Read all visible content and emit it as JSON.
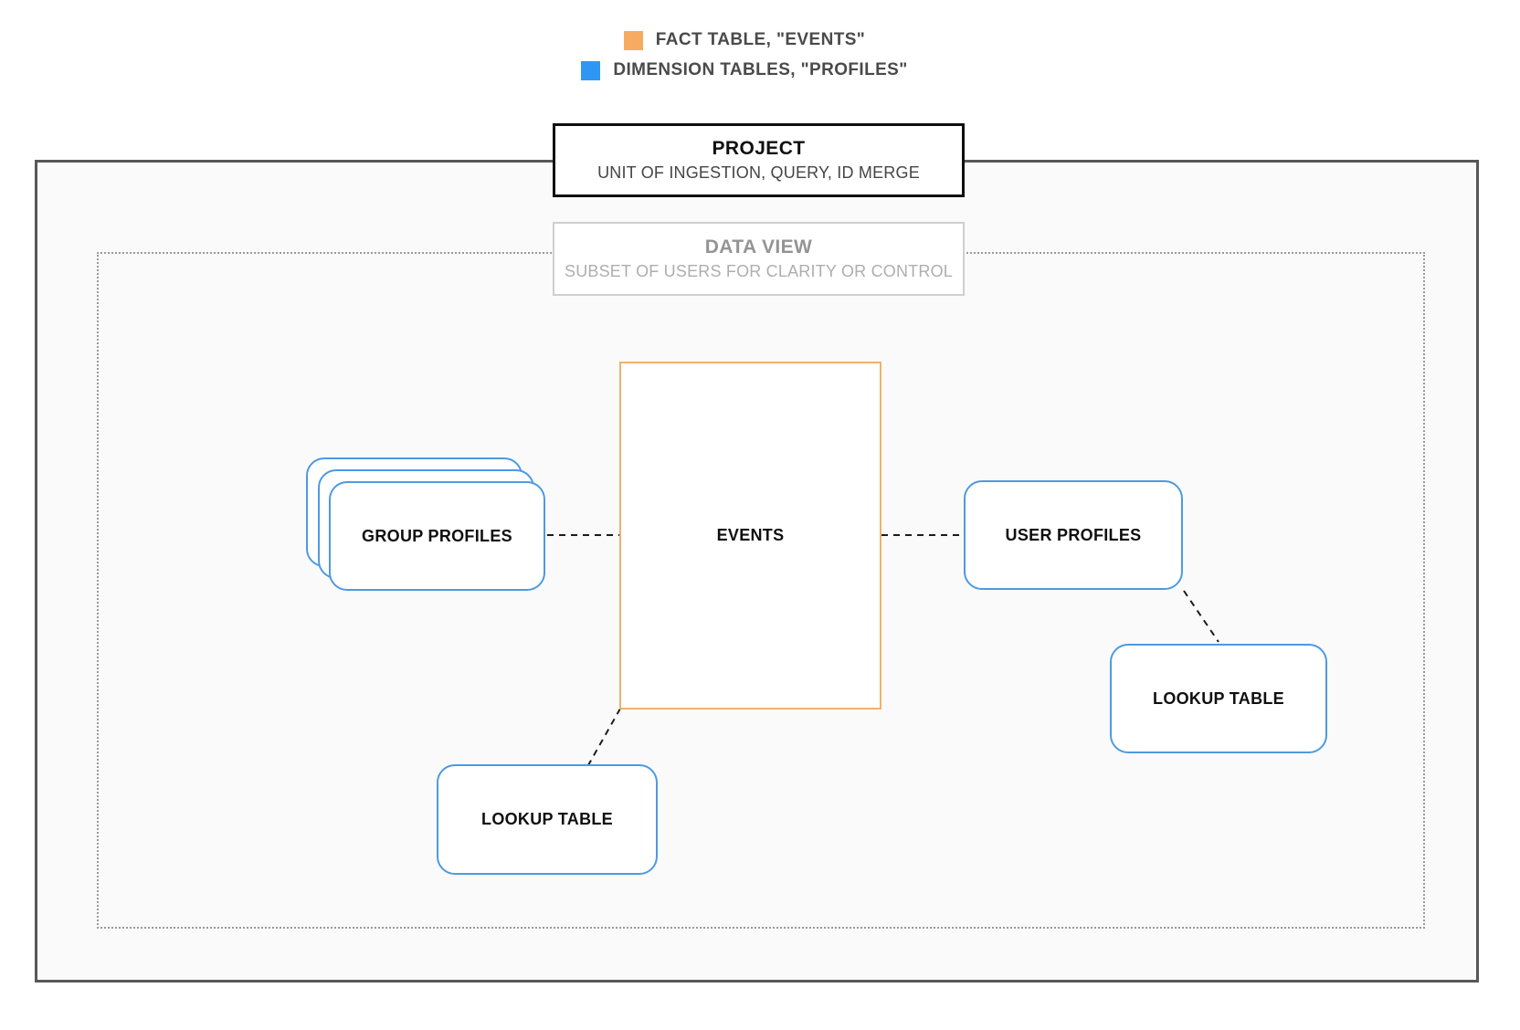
{
  "legend": {
    "items": [
      {
        "label": "FACT TABLE, \"EVENTS\"",
        "color": "#f6ab61"
      },
      {
        "label": "DIMENSION TABLES, \"PROFILES\"",
        "color": "#2f96f3"
      }
    ]
  },
  "project": {
    "title": "PROJECT",
    "subtitle": "UNIT OF INGESTION, QUERY, ID MERGE"
  },
  "data_view": {
    "title": "DATA VIEW",
    "subtitle": "SUBSET OF USERS FOR CLARITY OR CONTROL"
  },
  "nodes": {
    "events": {
      "label": "EVENTS",
      "border_color": "#efb26c"
    },
    "group_profiles": {
      "label": "GROUP PROFILES",
      "border_color": "#4d9ae2"
    },
    "user_profiles": {
      "label": "USER PROFILES",
      "border_color": "#4d9ae2"
    },
    "lookup_table_right": {
      "label": "LOOKUP TABLE",
      "border_color": "#4d9ae2"
    },
    "lookup_table_bottom": {
      "label": "LOOKUP TABLE",
      "border_color": "#4d9ae2"
    }
  },
  "colors": {
    "outer_border": "#58585a",
    "dotted_border": "#9a9a9a",
    "connector": "#1b1b1b",
    "outer_background": "#fafafa"
  }
}
